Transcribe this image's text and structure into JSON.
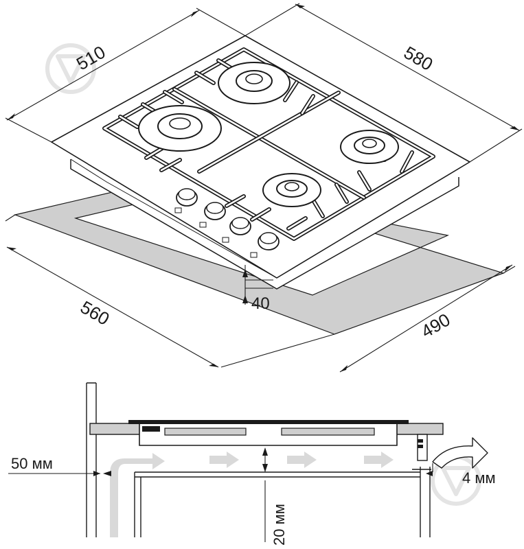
{
  "dimensions": {
    "hob_width": "580",
    "hob_depth": "510",
    "cutout_width": "560",
    "cutout_depth": "490",
    "hob_height": "40"
  },
  "installation": {
    "gap_side": "50 мм",
    "gap_below": "20 мм",
    "gap_rear": "4 мм"
  },
  "colors": {
    "line": "#1a1a1a",
    "cutout_fill": "#cfcfcf",
    "airflow_arrow": "#d8d8d8",
    "watermark": "#e6e6e6"
  }
}
